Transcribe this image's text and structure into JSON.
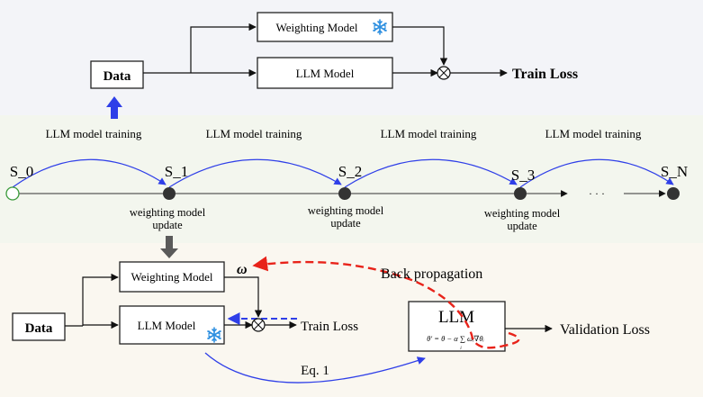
{
  "top": {
    "data_label": "Data",
    "weighting_label": "Weighting Model",
    "llm_label": "LLM Model",
    "train_loss": "Train Loss"
  },
  "timeline": {
    "arcs": [
      "LLM model training",
      "LLM model training",
      "LLM model training",
      "LLM model training"
    ],
    "states": [
      "S_0",
      "S_1",
      "S_2",
      "S_3",
      "S_N"
    ],
    "ellipsis": "· · ·",
    "update_label_1": "weighting model",
    "update_label_2": "update"
  },
  "bottom": {
    "data_label": "Data",
    "weighting_label": "Weighting Model",
    "llm_label": "LLM Model",
    "omega": "ω",
    "train_loss": "Train Loss",
    "llm_box_label": "LLM",
    "formula": "θ′ = θ − α ∑ ωᵢ∇θᵢ",
    "formula_index": "i",
    "back_propagation": "Back propagation",
    "validation_loss": "Validation Loss",
    "eq": "Eq. 1"
  },
  "colors": {
    "top_band": "#f3f4f8",
    "mid_band": "#f3f6ee",
    "bottom_band": "#faf7f0",
    "blue": "#2f3fe8",
    "red": "#e8231a",
    "snow": "#2d8fe0"
  }
}
